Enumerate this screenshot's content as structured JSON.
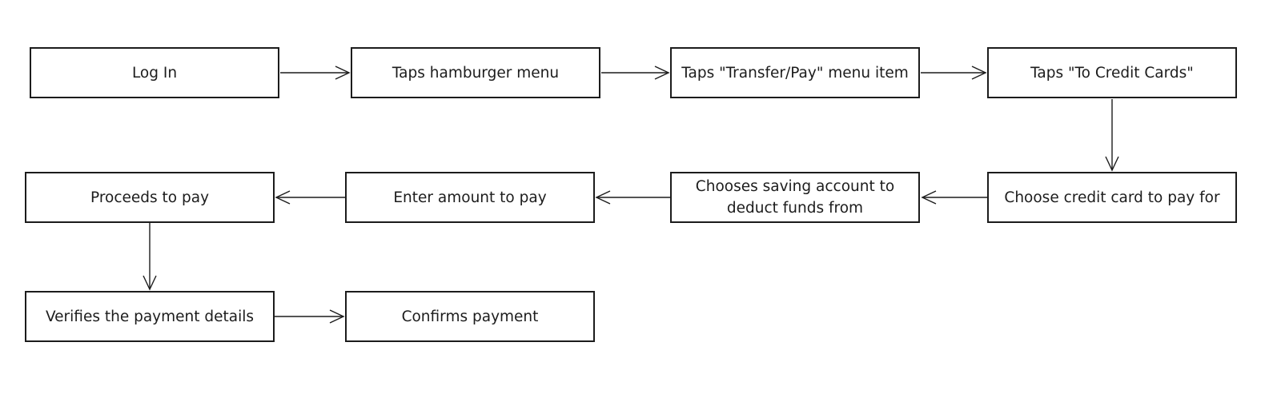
{
  "diagram": {
    "nodes": [
      {
        "id": "log-in",
        "label": "Log In"
      },
      {
        "id": "taps-hamburger-menu",
        "label": "Taps hamburger menu"
      },
      {
        "id": "taps-transfer-pay",
        "label": "Taps \"Transfer/Pay\" menu item"
      },
      {
        "id": "taps-to-credit-cards",
        "label": "Taps \"To Credit Cards\""
      },
      {
        "id": "choose-credit-card",
        "label": "Choose credit card to pay for"
      },
      {
        "id": "chooses-saving-account",
        "label": "Chooses saving account to\ndeduct funds from"
      },
      {
        "id": "enter-amount",
        "label": "Enter amount to pay"
      },
      {
        "id": "proceeds-to-pay",
        "label": "Proceeds to pay"
      },
      {
        "id": "verifies-payment-details",
        "label": "Verifies the payment details"
      },
      {
        "id": "confirms-payment",
        "label": "Confirms payment"
      }
    ],
    "edges": [
      {
        "from": "log-in",
        "to": "taps-hamburger-menu"
      },
      {
        "from": "taps-hamburger-menu",
        "to": "taps-transfer-pay"
      },
      {
        "from": "taps-transfer-pay",
        "to": "taps-to-credit-cards"
      },
      {
        "from": "taps-to-credit-cards",
        "to": "choose-credit-card"
      },
      {
        "from": "choose-credit-card",
        "to": "chooses-saving-account"
      },
      {
        "from": "chooses-saving-account",
        "to": "enter-amount"
      },
      {
        "from": "enter-amount",
        "to": "proceeds-to-pay"
      },
      {
        "from": "proceeds-to-pay",
        "to": "verifies-payment-details"
      },
      {
        "from": "verifies-payment-details",
        "to": "confirms-payment"
      }
    ]
  }
}
